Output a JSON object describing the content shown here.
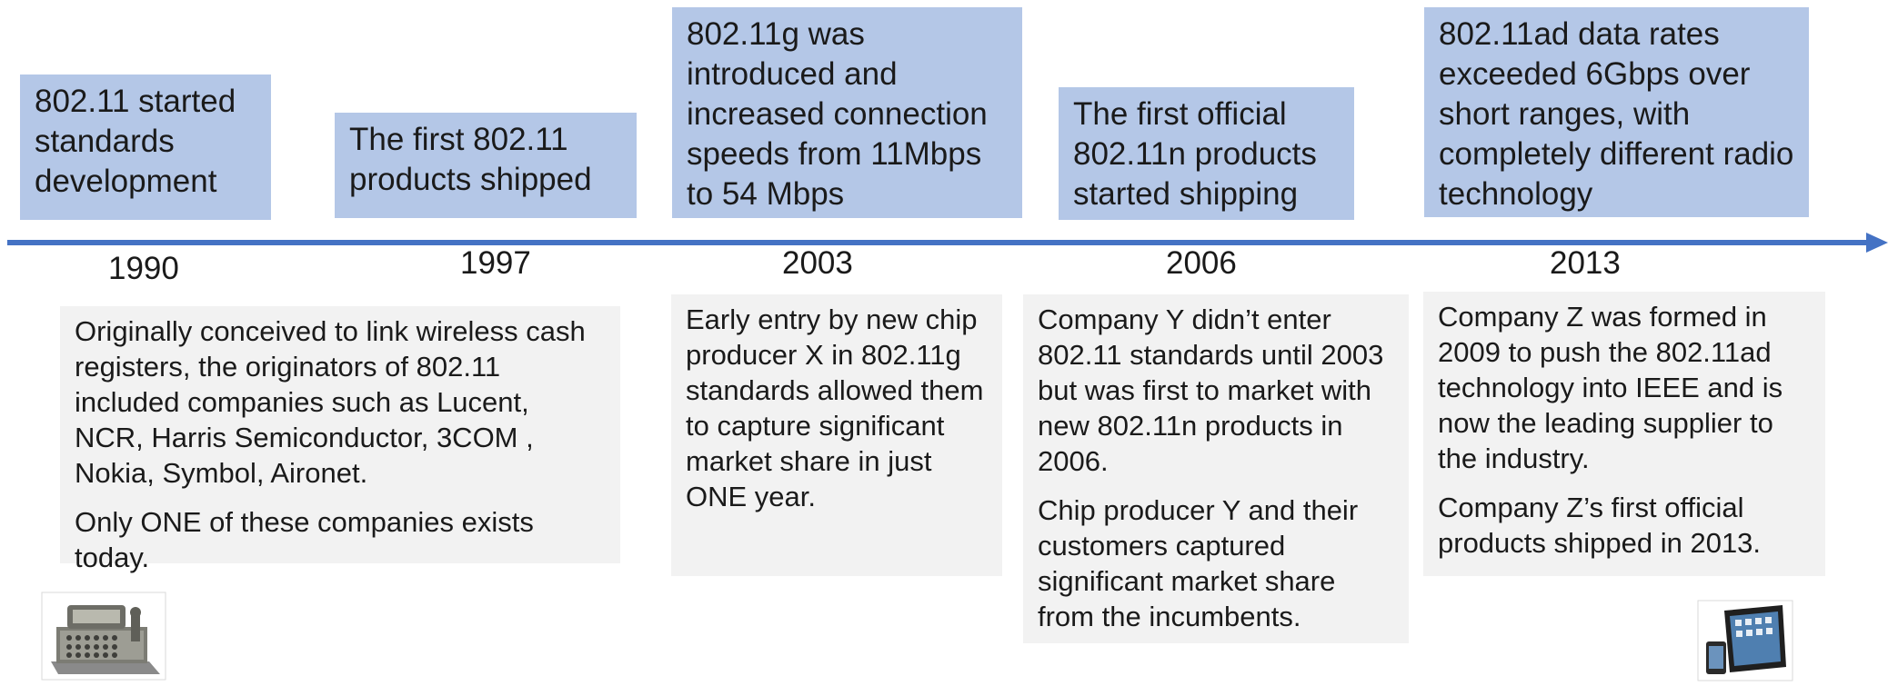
{
  "milestones": [
    {
      "headline": "802.11 started standards development",
      "year": "1990",
      "description": [
        "Originally conceived to link wireless cash registers, the originators of 802.11 included companies such as Lucent, NCR, Harris Semiconductor, 3COM , Nokia, Symbol, Aironet.",
        "Only ONE of these companies exists today."
      ]
    },
    {
      "headline": "The first 802.11 products shipped",
      "year": "1997",
      "description": []
    },
    {
      "headline": "802.11g was introduced and increased connection speeds from 11Mbps to 54 Mbps",
      "year": "2003",
      "description": [
        "Early entry by new chip producer X in 802.11g standards allowed them to capture significant market share in just ONE year."
      ]
    },
    {
      "headline": "The first official 802.11n products started shipping",
      "year": "2006",
      "description": [
        "Company Y didn’t enter 802.11 standards until 2003 but was first to market with new 802.11n products in 2006.",
        "Chip producer Y and their customers captured significant market share from the incumbents."
      ]
    },
    {
      "headline": "802.11ad data rates exceeded 6Gbps over short ranges, with completely different radio technology",
      "year": "2013",
      "description": [
        "Company Z was formed in 2009 to push the 802.11ad technology into IEEE and is now the leading supplier to the industry.",
        "Company Z’s first official products shipped in 2013."
      ]
    }
  ],
  "images": {
    "left": "cash-register-icon",
    "right": "tablet-icon"
  },
  "colors": {
    "headline_box": "#b4c7e7",
    "description_box": "#f2f2f2",
    "axis": "#4472c4"
  }
}
